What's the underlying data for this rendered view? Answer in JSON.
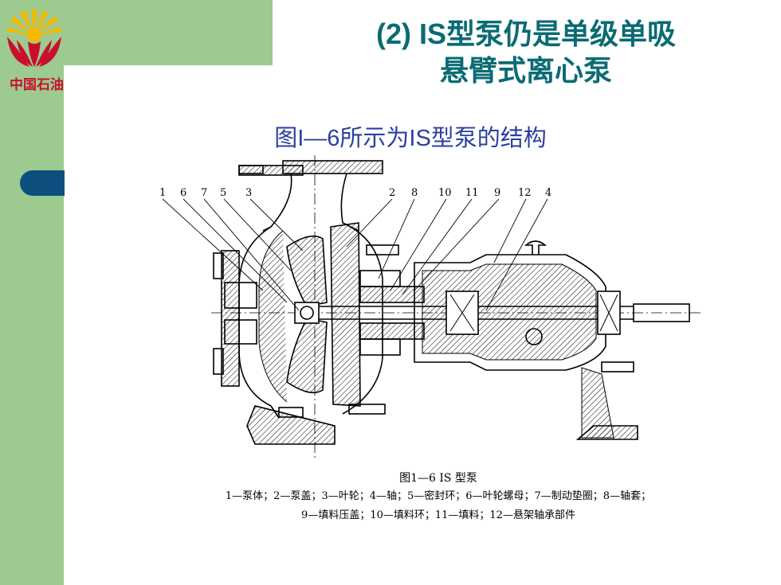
{
  "slide": {
    "logo_text": "中国石油",
    "title_line1": "(2)   IS型泵仍是单级单吸",
    "title_line2": "悬臂式离心泵",
    "subtitle": "图I—6所示为IS型泵的结构"
  },
  "figure": {
    "callouts": [
      "1",
      "6",
      "7",
      "5",
      "3",
      "2",
      "8",
      "10",
      "11",
      "9",
      "12",
      "4"
    ],
    "caption": "图1—6  IS 型泵",
    "legend_line1": "1—泵体；2—泵盖；3—叶轮；4—轴；5—密封环；6—叶轮螺母；7—制动垫圈；8—轴套；",
    "legend_line2": "9—填料压盖；10—填料环；11—填料；12—悬架轴承部件"
  },
  "colors": {
    "sidebar_green": "#9dca8f",
    "title_teal": "#0a6b73",
    "subtitle_blue": "#2b3fa0",
    "tab_navy": "#0d4f7e",
    "logo_red": "#c8102e",
    "logo_yellow": "#f5b800"
  }
}
